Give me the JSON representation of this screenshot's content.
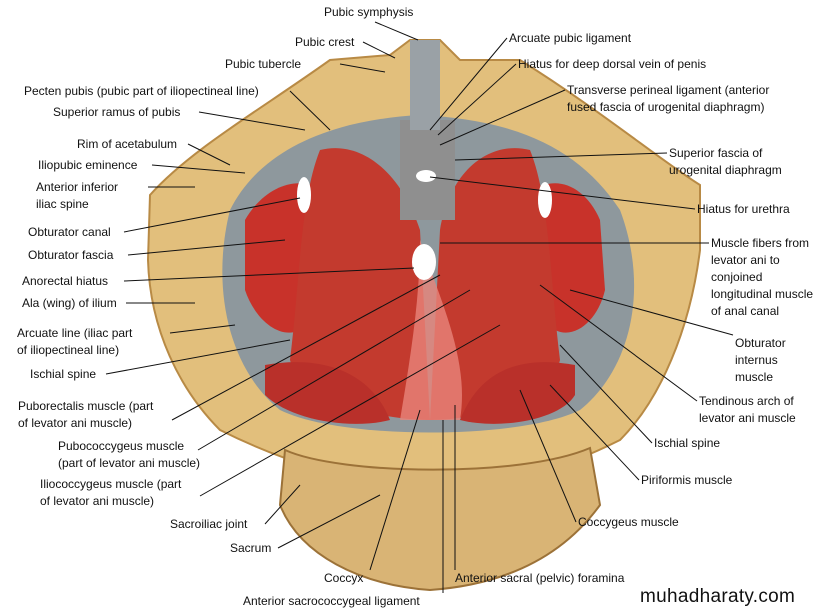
{
  "title": "Pelvic floor (levator ani) viewed from above",
  "labels_left": [
    {
      "id": "pubic-symphysis",
      "lines": [
        "Pubic symphysis"
      ]
    },
    {
      "id": "pubic-crest",
      "lines": [
        "Pubic crest"
      ]
    },
    {
      "id": "pubic-tubercle",
      "lines": [
        "Pubic tubercle"
      ]
    },
    {
      "id": "pecten-pubis",
      "lines": [
        "Pecten pubis (pubic part of iliopectineal line)"
      ]
    },
    {
      "id": "superior-ramus",
      "lines": [
        "Superior ramus of pubis"
      ]
    },
    {
      "id": "rim-acetabulum",
      "lines": [
        "Rim of acetabulum"
      ]
    },
    {
      "id": "iliopubic-eminence",
      "lines": [
        "Iliopubic eminence"
      ]
    },
    {
      "id": "anterior-inferior-iliac-spine",
      "lines": [
        "Anterior inferior",
        "iliac spine"
      ]
    },
    {
      "id": "obturator-canal",
      "lines": [
        "Obturator canal"
      ]
    },
    {
      "id": "obturator-fascia",
      "lines": [
        "Obturator fascia"
      ]
    },
    {
      "id": "anorectal-hiatus",
      "lines": [
        "Anorectal hiatus"
      ]
    },
    {
      "id": "ala-ilium",
      "lines": [
        "Ala (wing) of ilium"
      ]
    },
    {
      "id": "arcuate-line",
      "lines": [
        "Arcuate line (iliac part",
        "of iliopectineal line)"
      ]
    },
    {
      "id": "ischial-spine-left",
      "lines": [
        "Ischial spine"
      ]
    },
    {
      "id": "puborectalis",
      "lines": [
        "Puborectalis muscle (part",
        "of levator ani muscle)"
      ]
    },
    {
      "id": "pubococcygeus",
      "lines": [
        "Pubococcygeus muscle",
        "(part of levator ani muscle)"
      ]
    },
    {
      "id": "iliococcygeus",
      "lines": [
        "Iliococcygeus muscle (part",
        "of levator ani muscle)"
      ]
    },
    {
      "id": "sacroiliac-joint",
      "lines": [
        "Sacroiliac joint"
      ]
    },
    {
      "id": "sacrum",
      "lines": [
        "Sacrum"
      ]
    },
    {
      "id": "coccyx",
      "lines": [
        "Coccyx"
      ]
    },
    {
      "id": "anterior-sacrococcygeal-ligament",
      "lines": [
        "Anterior sacrococcygeal ligament"
      ]
    }
  ],
  "labels_right": [
    {
      "id": "arcuate-pubic-ligament",
      "lines": [
        "Arcuate pubic ligament"
      ]
    },
    {
      "id": "hiatus-deep-dorsal-vein",
      "lines": [
        "Hiatus for deep dorsal vein of penis"
      ]
    },
    {
      "id": "transverse-perineal-ligament",
      "lines": [
        "Transverse perineal ligament (anterior",
        "fused fascia of urogenital diaphragm)"
      ]
    },
    {
      "id": "superior-fascia-urogenital",
      "lines": [
        "Superior fascia of",
        "urogenital diaphragm"
      ]
    },
    {
      "id": "hiatus-urethra",
      "lines": [
        "Hiatus for urethra"
      ]
    },
    {
      "id": "muscle-fibers-levator",
      "lines": [
        "Muscle fibers from",
        "levator ani to",
        "conjoined",
        "longitudinal muscle",
        "of anal canal"
      ]
    },
    {
      "id": "obturator-internus",
      "lines": [
        "Obturator",
        "internus",
        "muscle"
      ]
    },
    {
      "id": "tendinous-arch",
      "lines": [
        "Tendinous arch of",
        "levator ani muscle"
      ]
    },
    {
      "id": "ischial-spine-right",
      "lines": [
        "Ischial spine"
      ]
    },
    {
      "id": "piriformis",
      "lines": [
        "Piriformis muscle"
      ]
    },
    {
      "id": "coccygeus",
      "lines": [
        "Coccygeus muscle"
      ]
    },
    {
      "id": "anterior-sacral-foramina",
      "lines": [
        "Anterior sacral (pelvic) foramina"
      ]
    }
  ],
  "watermark": "muhadharaty.com",
  "colors": {
    "bone": "#e2bf7c",
    "bone_dark": "#b88a45",
    "muscle": "#c8322a",
    "muscle_light": "#e8847a",
    "fascia": "#9aa1a6",
    "line": "#111111"
  }
}
